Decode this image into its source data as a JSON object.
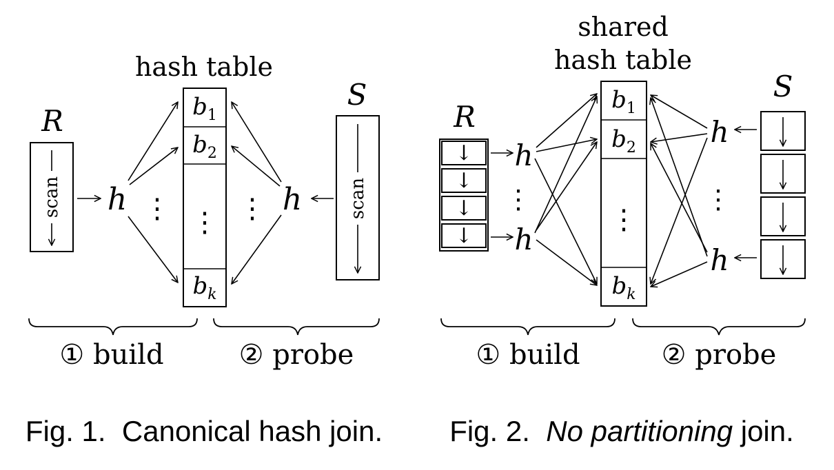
{
  "fig1": {
    "caption": "Fig. 1.  Canonical hash join.",
    "hash_table_label": "hash table",
    "relation_r": "R",
    "relation_s": "S",
    "scan_label": "scan",
    "hash_fn": "h",
    "buckets": {
      "b1": "b",
      "b1_sub": "1",
      "b2": "b",
      "b2_sub": "2",
      "bk": "b",
      "bk_sub": "k"
    },
    "phase_build": "① build",
    "phase_probe": "② probe"
  },
  "fig2": {
    "caption_prefix": "Fig. 2.  ",
    "caption_emph": "No partitioning",
    "caption_suffix": " join.",
    "hash_table_label_line1": "shared",
    "hash_table_label_line2": "hash table",
    "relation_r": "R",
    "relation_s": "S",
    "hash_fn": "h",
    "buckets": {
      "b1": "b",
      "b1_sub": "1",
      "b2": "b",
      "b2_sub": "2",
      "bk": "b",
      "bk_sub": "k"
    },
    "phase_build": "① build",
    "phase_probe": "② probe"
  },
  "glyphs": {
    "vdots": "⋮",
    "down_arrow": "↓"
  }
}
